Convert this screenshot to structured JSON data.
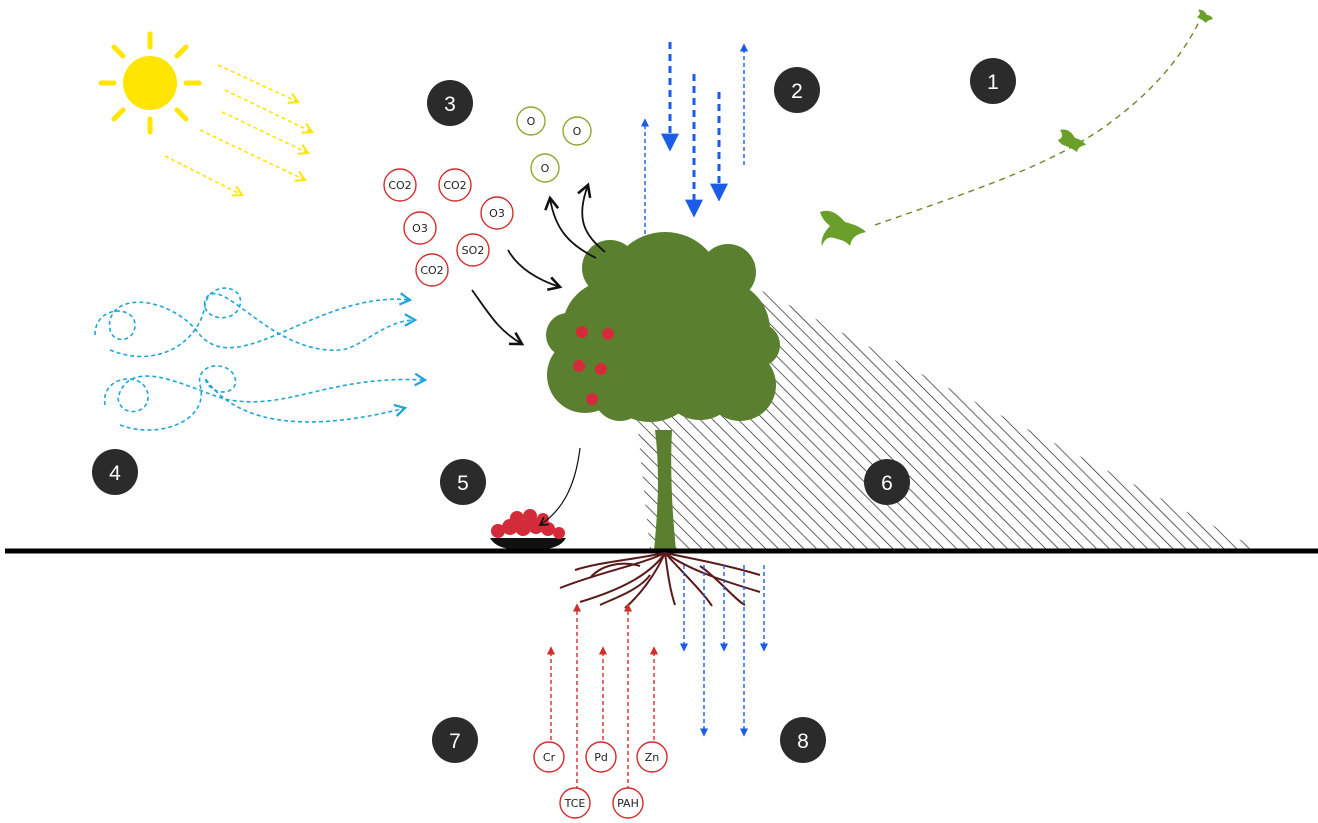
{
  "colors": {
    "badge": "#2b2b2b",
    "badge_text": "#ffffff",
    "sun": "#ffe500",
    "wind": "#21a6d6",
    "rain": "#1a5ce6",
    "pollutant": "#d42b2b",
    "oxygen": "#8fa832",
    "tree": "#5a7f2f",
    "root": "#5b1a1a",
    "fruit": "#d42b3a",
    "bird": "#6aa02a",
    "ground": "#000000"
  },
  "badges": [
    "1",
    "2",
    "3",
    "4",
    "5",
    "6",
    "7",
    "8"
  ],
  "oxygen_molecules": [
    "O",
    "O",
    "O"
  ],
  "air_pollutants": [
    "CO2",
    "CO2",
    "O3",
    "O3",
    "SO2",
    "CO2"
  ],
  "soil_pollutants": [
    "Cr",
    "Pd",
    "Zn",
    "TCE",
    "PAH"
  ],
  "icons": [
    "sun-icon",
    "wind-icon",
    "rain-icon",
    "bird-icon",
    "tree-icon",
    "fruit-bowl-icon",
    "roots-icon",
    "shade-hatch"
  ]
}
